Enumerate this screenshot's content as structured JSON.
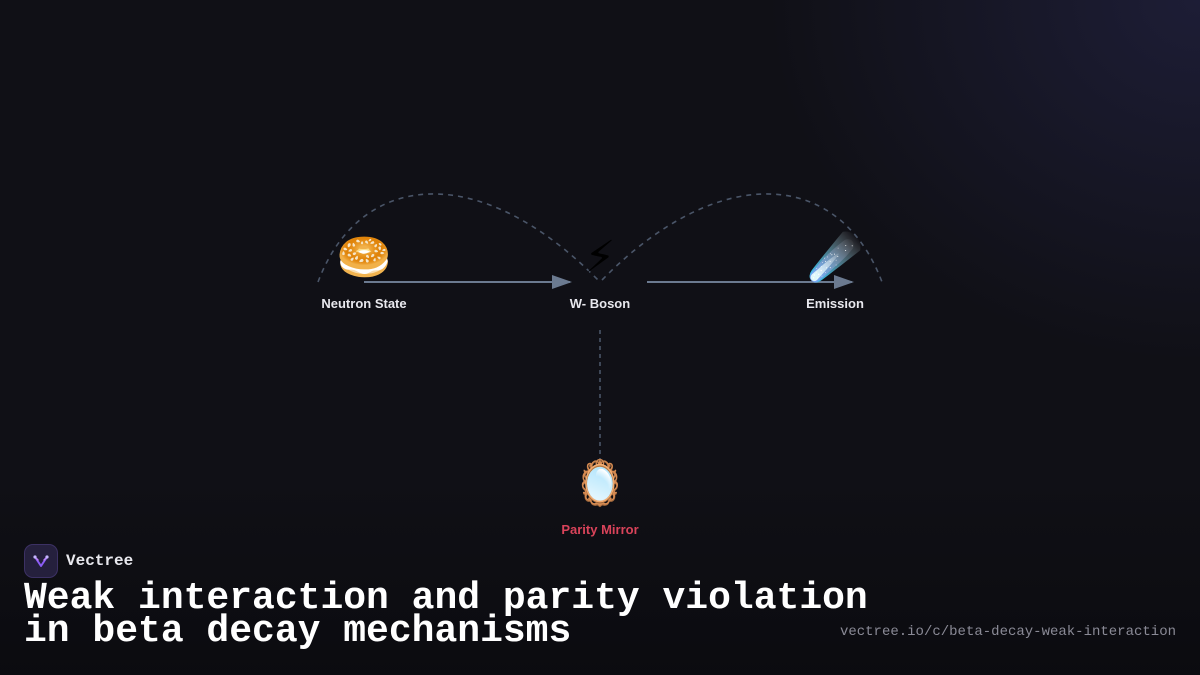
{
  "nodes": {
    "neutron": {
      "icon": "🥯",
      "icon_name": "bagel-icon",
      "label": "Neutron State"
    },
    "boson": {
      "icon": "⚡",
      "icon_name": "lightning-icon",
      "label": "W- Boson"
    },
    "emission": {
      "icon": "☄️",
      "icon_name": "comet-icon",
      "label": "Emission"
    },
    "parity": {
      "icon": "🪞",
      "icon_name": "mirror-icon",
      "label": "Parity Mirror"
    }
  },
  "colors": {
    "background": "#101016",
    "arrow": "#6b7a90",
    "dashed": "#4a5568",
    "parity_label": "#d9435a",
    "text": "#e8e8ee",
    "url": "#8a8a96"
  },
  "brand": {
    "name": "Vectree"
  },
  "title": {
    "line1": "Weak interaction and parity violation",
    "line2": "in beta decay mechanisms"
  },
  "url": "vectree.io/c/beta-decay-weak-interaction"
}
